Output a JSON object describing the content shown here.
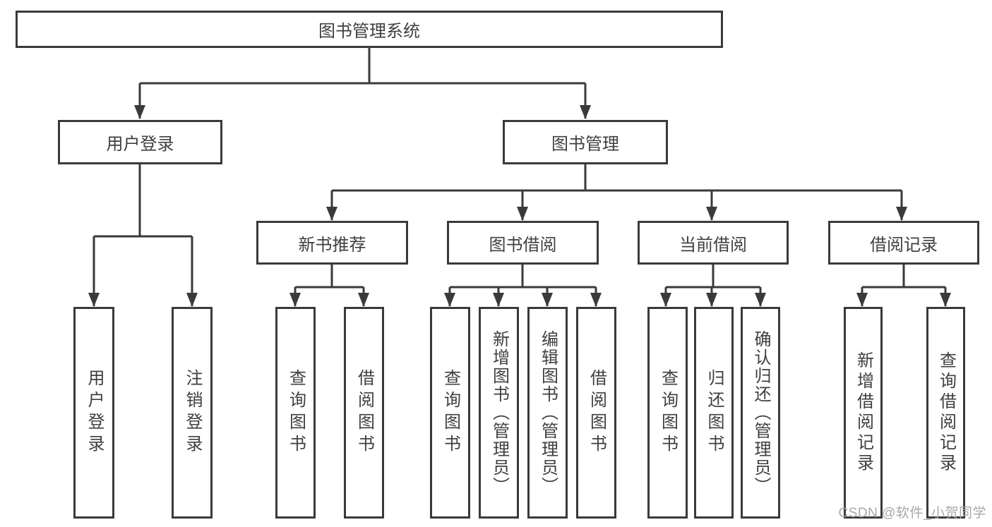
{
  "diagram": {
    "root": {
      "label": "图书管理系统"
    },
    "user_login": {
      "label": "用户登录",
      "children": [
        {
          "label": "用户登录"
        },
        {
          "label": "注销登录"
        }
      ]
    },
    "book_management": {
      "label": "图书管理",
      "sections": [
        {
          "label": "新书推荐",
          "children": [
            {
              "label": "查询图书"
            },
            {
              "label": "借阅图书"
            }
          ]
        },
        {
          "label": "图书借阅",
          "children": [
            {
              "label": "查询图书"
            },
            {
              "label": "新增图书（管理员）"
            },
            {
              "label": "编辑图书（管理员）"
            },
            {
              "label": "借阅图书"
            }
          ]
        },
        {
          "label": "当前借阅",
          "children": [
            {
              "label": "查询图书"
            },
            {
              "label": "归还图书"
            },
            {
              "label": "确认归还（管理员）"
            }
          ]
        },
        {
          "label": "借阅记录",
          "children": [
            {
              "label": "新增借阅记录"
            },
            {
              "label": "查询借阅记录"
            }
          ]
        }
      ]
    }
  },
  "watermark": {
    "text": "CSDN @软件_小贺同学"
  },
  "colors": {
    "line": "#3a3a3a",
    "text": "#3f3f3f",
    "watermark": "#a3a3a3",
    "background": "#ffffff"
  }
}
